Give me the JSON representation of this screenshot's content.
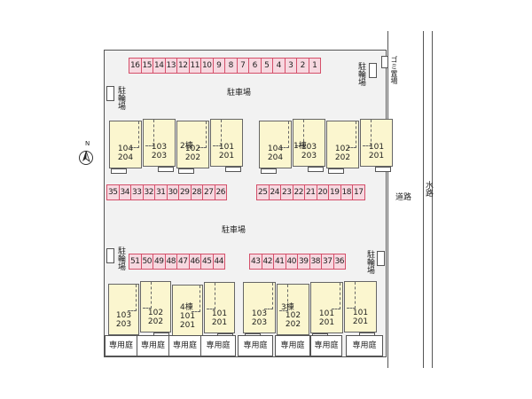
{
  "labels": {
    "parking_top": "駐車場",
    "parking_mid": "駐車場",
    "road": "道路",
    "waterway": "水路",
    "bike_left_top": "駐輪場",
    "bike_right_top": "駐輪場",
    "bike_left_bottom": "駐輪場",
    "bike_right_bottom": "駐輪場",
    "garbage": "ゴミ置場",
    "compass_n": "N"
  },
  "parking_rows": {
    "top": [
      "16",
      "15",
      "14",
      "13",
      "12",
      "11",
      "10",
      "9",
      "8",
      "7",
      "6",
      "5",
      "4",
      "3",
      "2",
      "1"
    ],
    "mid_left": [
      "35",
      "34",
      "33",
      "32",
      "31",
      "30",
      "29",
      "28",
      "27",
      "26"
    ],
    "mid_right": [
      "25",
      "24",
      "23",
      "22",
      "21",
      "20",
      "19",
      "18",
      "17"
    ],
    "bottom_left": [
      "51",
      "50",
      "49",
      "48",
      "47",
      "46",
      "45",
      "44"
    ],
    "bottom_right": [
      "43",
      "42",
      "41",
      "40",
      "39",
      "38",
      "37",
      "36"
    ]
  },
  "buildings": {
    "b2": {
      "name": "2棟",
      "units": [
        {
          "top": "104",
          "bottom": "204"
        },
        {
          "top": "103",
          "bottom": "203"
        },
        {
          "top": "102",
          "bottom": "202"
        },
        {
          "top": "101",
          "bottom": "201"
        }
      ]
    },
    "b1": {
      "name": "1棟",
      "units": [
        {
          "top": "104",
          "bottom": "204"
        },
        {
          "top": "103",
          "bottom": "203"
        },
        {
          "top": "102",
          "bottom": "202"
        },
        {
          "top": "101",
          "bottom": "201"
        }
      ]
    },
    "b4": {
      "name": "4棟",
      "units": [
        {
          "top": "103",
          "bottom": "203"
        },
        {
          "top": "102",
          "bottom": "202"
        },
        {
          "top": "101",
          "bottom": "201"
        },
        {
          "top": "101",
          "bottom": "201"
        }
      ]
    },
    "b3": {
      "name": "3棟",
      "units": [
        {
          "top": "103",
          "bottom": "203"
        },
        {
          "top": "102",
          "bottom": "202"
        },
        {
          "top": "101",
          "bottom": "201"
        },
        {
          "top": "101",
          "bottom": "201"
        }
      ]
    }
  },
  "gardens": [
    "専用庭",
    "専用庭",
    "専用庭",
    "専用庭",
    "専用庭",
    "専用庭",
    "専用庭",
    "専用庭"
  ],
  "colors": {
    "parking_fill": "#f7d8e0",
    "parking_border": "#d4506a",
    "building_fill": "#fbf6cf",
    "lot_fill": "#f2f2f2"
  }
}
